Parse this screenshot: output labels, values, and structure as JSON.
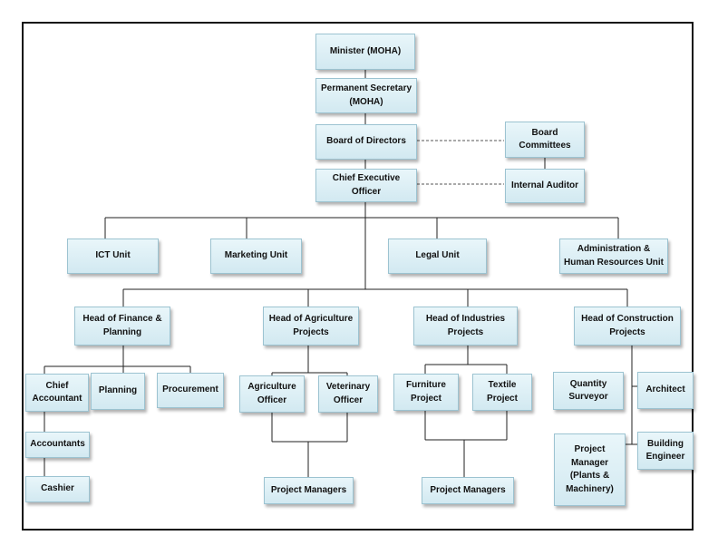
{
  "chart": {
    "nodes": {
      "minister": "Minister (MOHA)",
      "perm_sec": "Permanent Secretary (MOHA)",
      "board": "Board of Directors",
      "board_committees": "Board Committees",
      "ceo": "Chief Executive Officer",
      "internal_auditor": "Internal Auditor",
      "ict": "ICT Unit",
      "marketing": "Marketing Unit",
      "legal": "Legal Unit",
      "admin_hr": "Administration & Human Resources Unit",
      "head_finance": "Head of Finance & Planning",
      "head_agri": "Head of Agriculture Projects",
      "head_ind": "Head of Industries Projects",
      "head_const": "Head of Construction Projects",
      "chief_accountant": "Chief Accountant",
      "planning": "Planning",
      "procurement": "Procurement",
      "accountants": "Accountants",
      "cashier": "Cashier",
      "agri_officer": "Agriculture Officer",
      "vet_officer": "Veterinary Officer",
      "agri_pm": "Project Managers",
      "furniture": "Furniture Project",
      "textile": "Textile Project",
      "ind_pm": "Project Managers",
      "qs": "Quantity Surveyor",
      "architect": "Architect",
      "pm_plants": "Project Manager (Plants & Machinery)",
      "building_eng": "Building Engineer"
    }
  }
}
